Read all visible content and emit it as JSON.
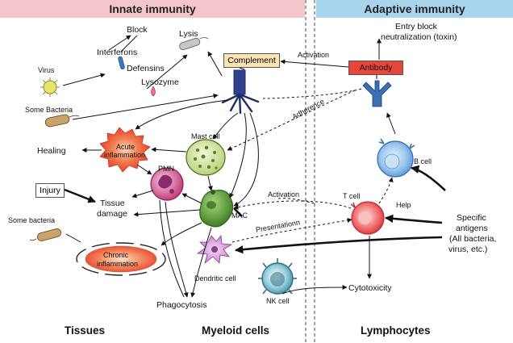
{
  "headers": {
    "innate": "Innate immunity",
    "adaptive": "Adaptive immunity"
  },
  "columns": {
    "tissues": "Tissues",
    "myeloid": "Myeloid cells",
    "lymphocytes": "Lymphocytes"
  },
  "labels": {
    "block": "Block",
    "lysis": "Lysis",
    "interferons": "Interferons",
    "defensins": "Defensins",
    "lysozyme": "Lysozyme",
    "virus": "Virus",
    "some_bacteria_top": "Some Bacteria",
    "complement": "Complement",
    "activation_top": "Activation",
    "antibody": "Antibody",
    "entry_block": "Entry block",
    "neutralization": "neutralization (toxin)",
    "adherence": "Adherence",
    "mast_cell": "Mast cell",
    "healing": "Healing",
    "acute_1": "Acute",
    "acute_2": "inflammation",
    "pmn": "PMN",
    "injury": "Injury",
    "tissue": "Tissue",
    "damage": "damage",
    "some_bacteria_bottom": "Some bacteria",
    "chronic_1": "Chronic",
    "chronic_2": "inflammation",
    "mac": "MAC",
    "activation_mid": "Activation",
    "presentation": "Presentationn",
    "t_cell": "T cell",
    "help": "Help",
    "b_cell": "B cell",
    "specific": "Specific",
    "antigens": "antigens",
    "all_bacteria": "(All bacteria,",
    "virus_etc": "virus, etc.)",
    "dendritic_cell": "Dendritic cell",
    "nk_cell": "NK cell",
    "cytotoxicity": "Cytotoxicity",
    "phagocytosis": "Phagocytosis"
  },
  "colors": {
    "innate_header": "#f4c6cc",
    "adaptive_header": "#a9d4ee",
    "complement_fill": "#fbe3b4",
    "antibody_fill": "#e8463a",
    "antibody_shape": "#3b6fb6",
    "mast_cell": "#d7e7a9",
    "mac": "#5fa33a",
    "pmn": "#c9438b",
    "acute": "#ef5a3c",
    "t_cell": "#e84a4e",
    "b_cell": "#79aee3",
    "dendritic": "#cf7fd1",
    "nk": "#6fb9c9"
  }
}
